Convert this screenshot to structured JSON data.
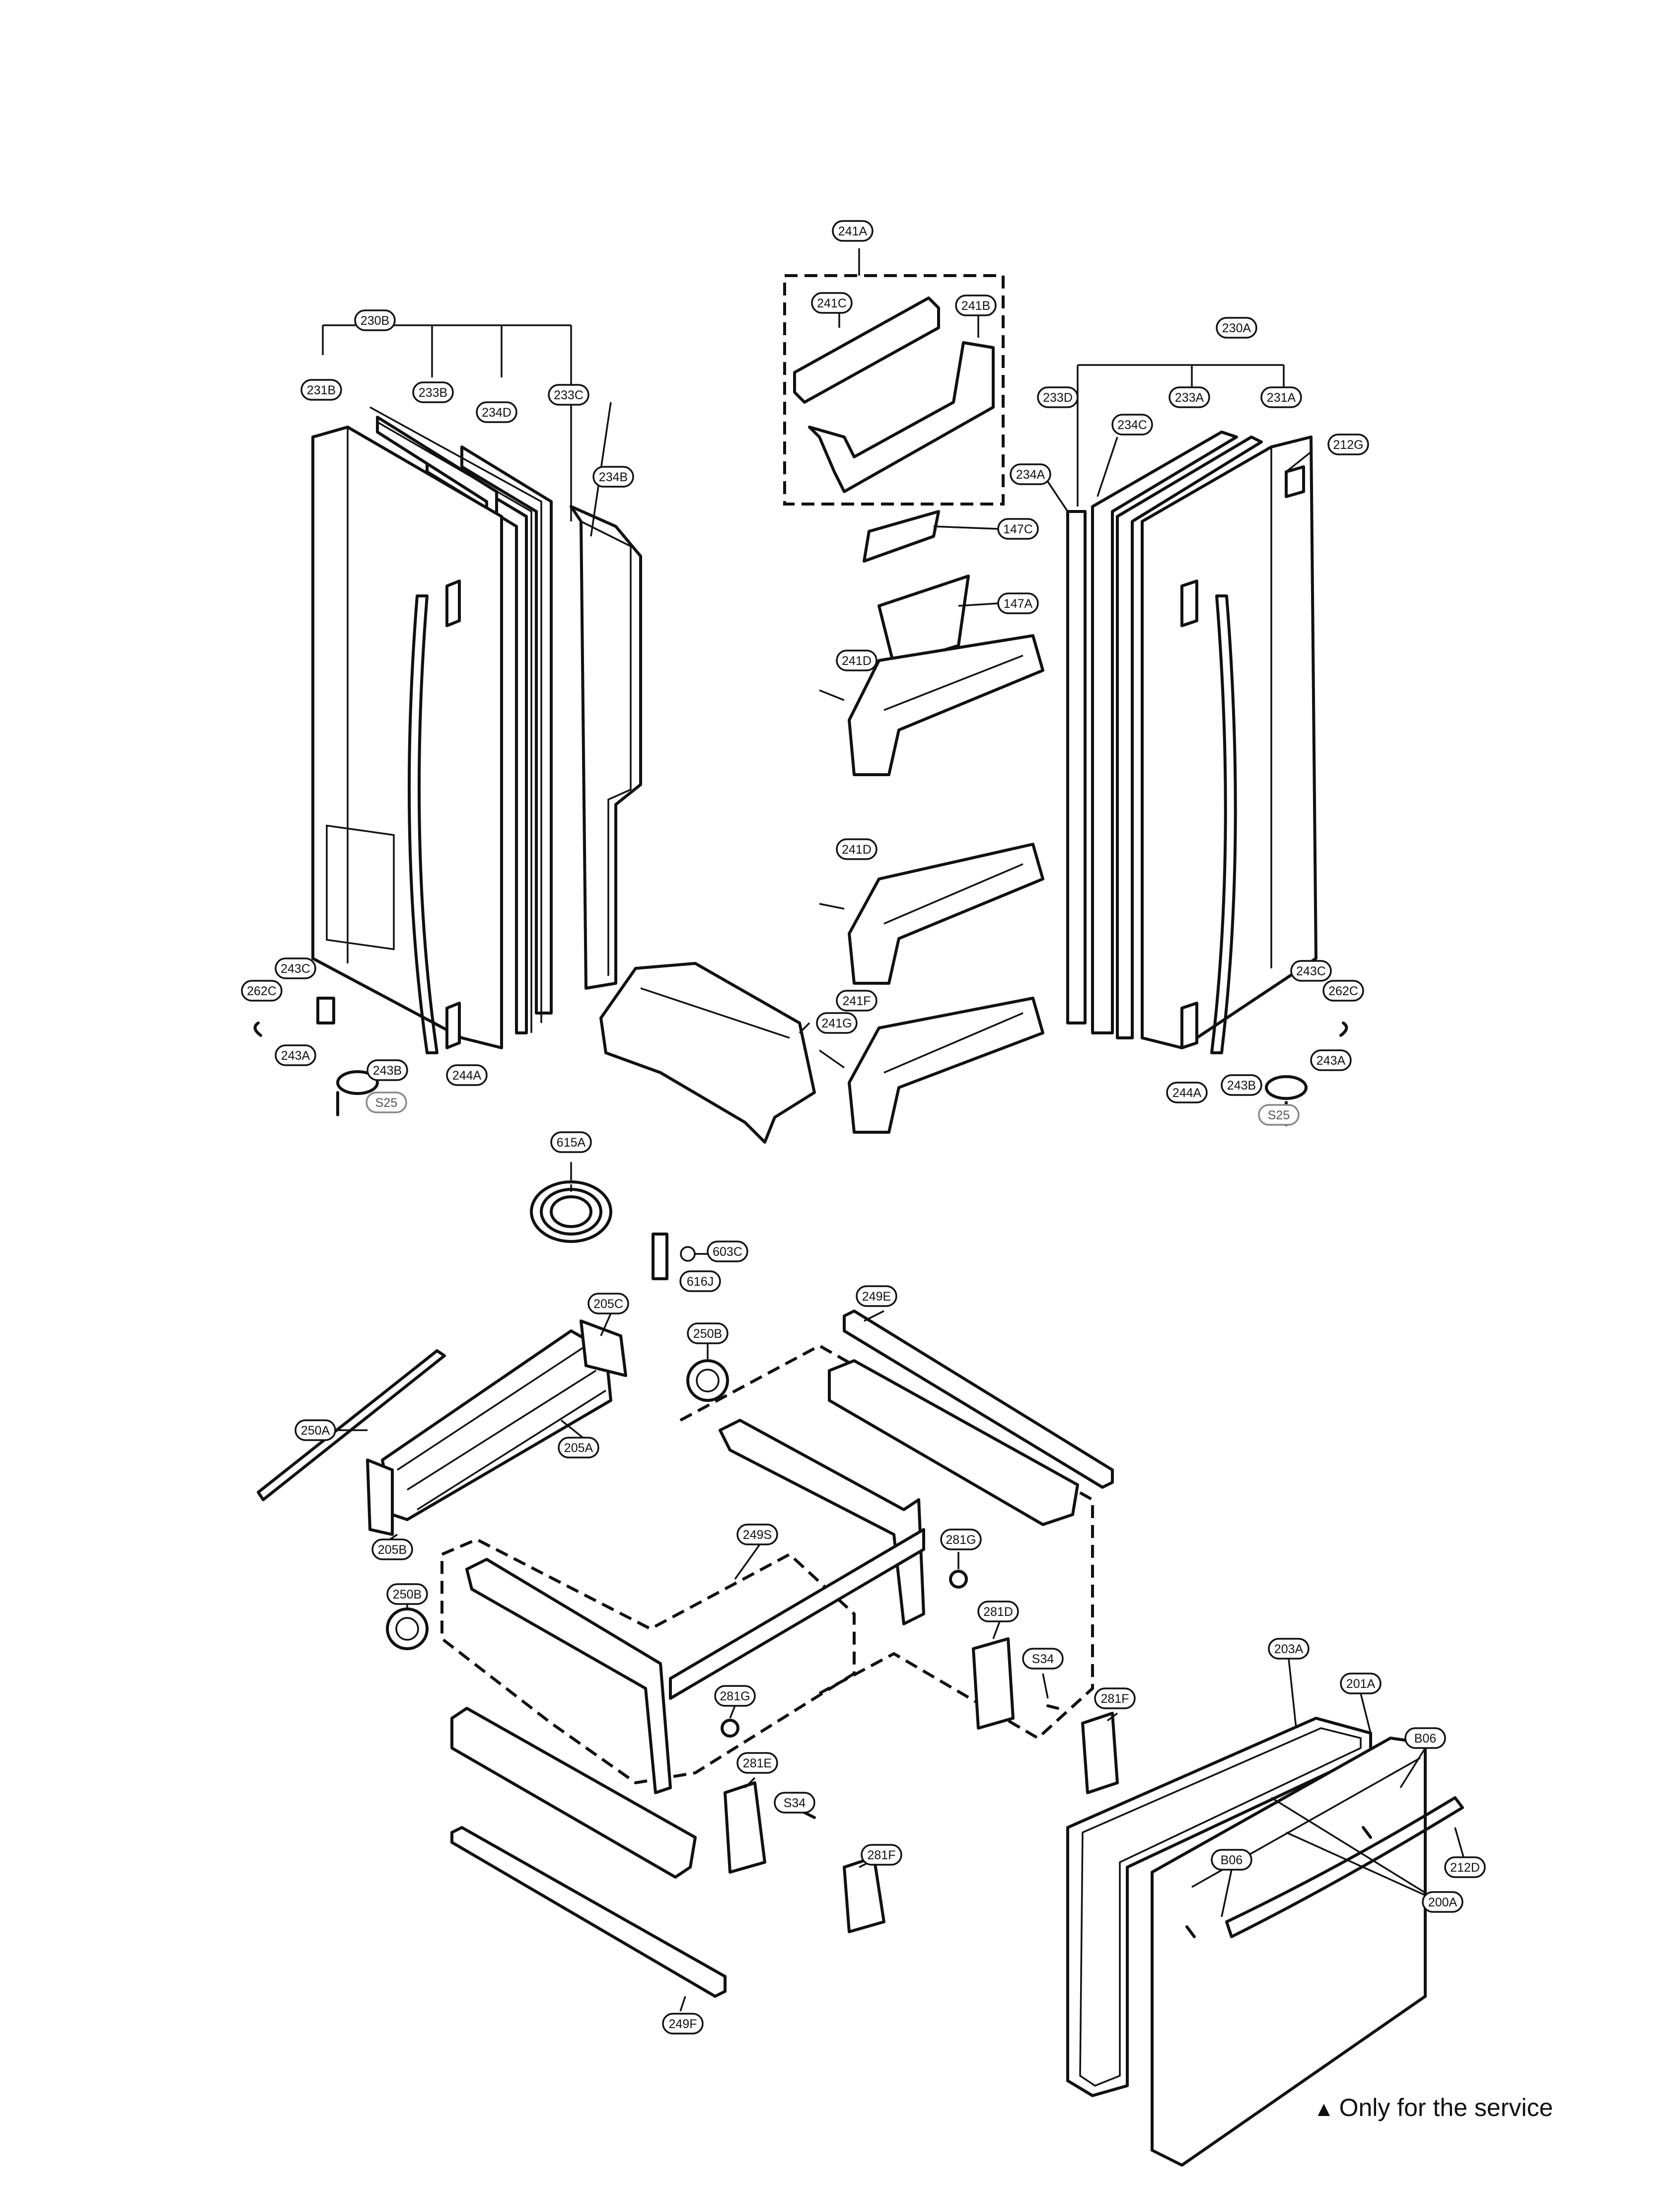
{
  "labels": {
    "l230B": "230B",
    "l231B": "231B",
    "l233B": "233B",
    "l234D": "234D",
    "l233C": "233C",
    "l234B": "234B",
    "l241A": "241A",
    "l241C": "241C",
    "l241B": "241B",
    "l230A": "230A",
    "l233D": "233D",
    "l233A": "233A",
    "l231A": "231A",
    "l234C": "234C",
    "l212G": "212G",
    "l234A": "234A",
    "l147C": "147C",
    "l147A": "147A",
    "l241D1": "241D",
    "l241D2": "241D",
    "l241F": "241F",
    "l241G": "241G",
    "l243C_l": "243C",
    "l262C_l": "262C",
    "l243A_l": "243A",
    "l243B_l": "243B",
    "lS25_l": "S25",
    "l244A_l": "244A",
    "l243C_r": "243C",
    "l262C_r": "262C",
    "l243A_r": "243A",
    "l243B_r": "243B",
    "lS25_r": "S25",
    "l244A_r": "244A",
    "l615A": "615A",
    "l603C": "603C",
    "l616J": "616J",
    "l205C": "205C",
    "l250B1": "250B",
    "l250A": "250A",
    "l205A": "205A",
    "l205B": "205B",
    "l249E": "249E",
    "l249S": "249S",
    "l281G1": "281G",
    "l281D": "281D",
    "lS34_1": "S34",
    "l281F1": "281F",
    "l250B2": "250B",
    "l281G2": "281G",
    "l281E": "281E",
    "lS34_2": "S34",
    "l281F2": "281F",
    "l249F": "249F",
    "l203A": "203A",
    "l201A": "201A",
    "lB06_1": "B06",
    "lB06_2": "B06",
    "l212D": "212D",
    "l200A": "200A"
  },
  "note": {
    "symbol": "▲",
    "text": "Only for the service"
  }
}
